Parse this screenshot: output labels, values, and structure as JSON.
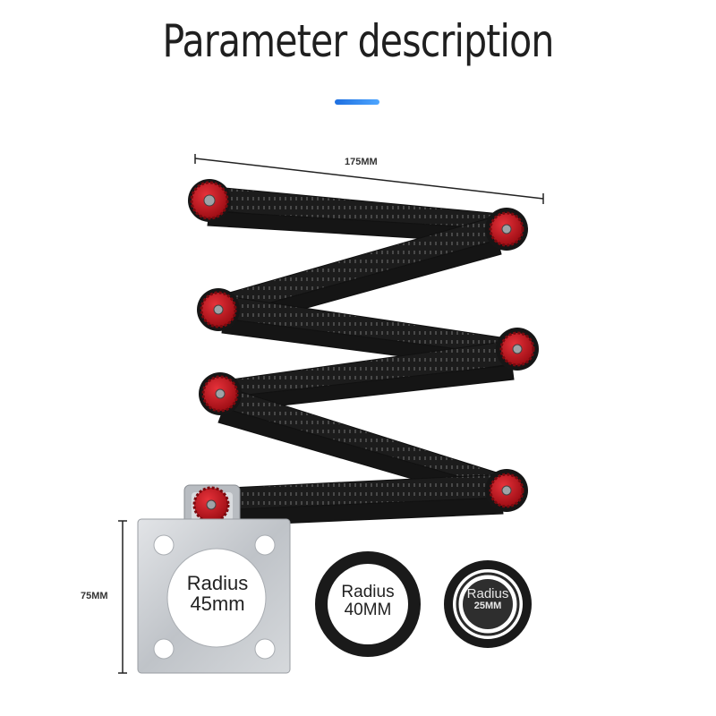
{
  "header": {
    "title": "Parameter description",
    "accent_color": "#2b7fe8"
  },
  "dimensions": {
    "width_label": "175MM",
    "height_label": "75MM"
  },
  "accessories": [
    {
      "line1": "Radius",
      "line2": "45mm"
    },
    {
      "line1": "Radius",
      "line2": "40MM"
    },
    {
      "line1": "Radius",
      "line2": "25MM"
    }
  ],
  "colors": {
    "ruler": "#1c1c1c",
    "knob": "#c8101b",
    "plate": "#c9ccd0"
  }
}
